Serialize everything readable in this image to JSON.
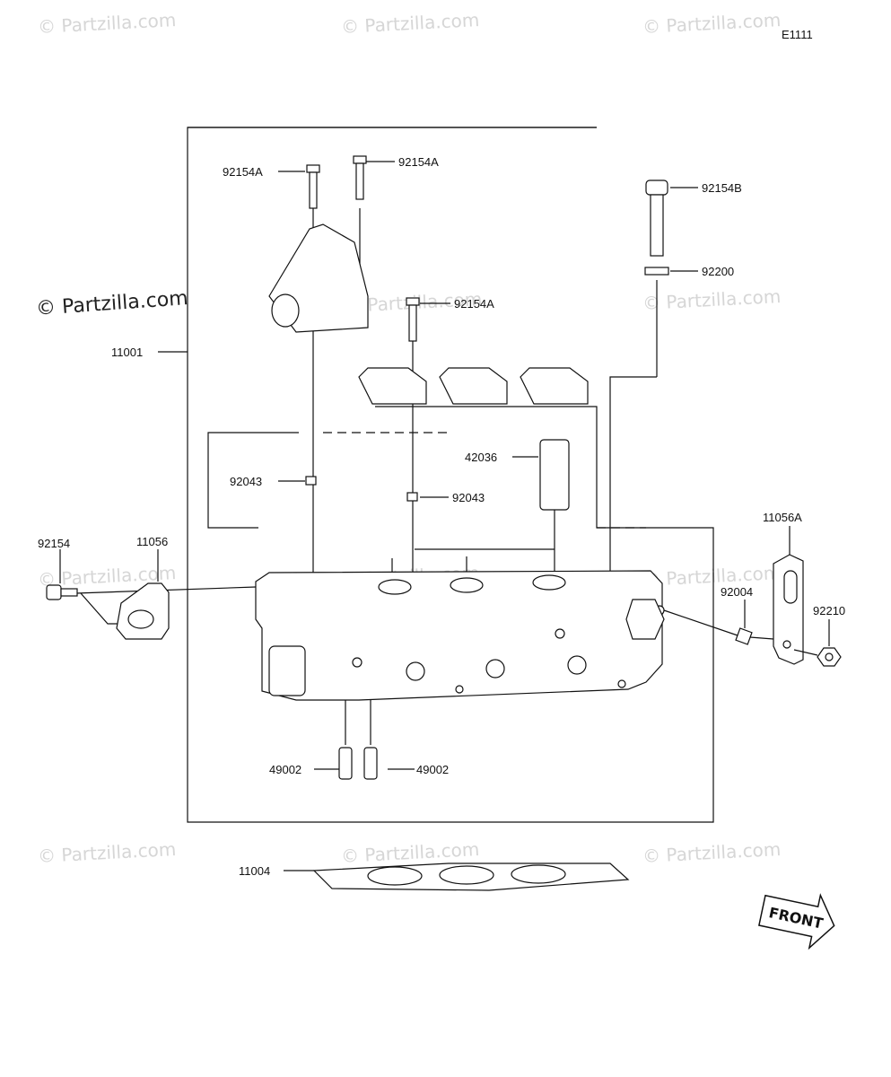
{
  "diagram_code": "E1111",
  "watermark": "© Partzilla.com",
  "parts": {
    "p11001": "11001",
    "p92154A_1": "92154A",
    "p92154A_2": "92154A",
    "p92154A_3": "92154A",
    "p92154B": "92154B",
    "p92200": "92200",
    "p92043_1": "92043",
    "p92043_2": "92043",
    "p42036": "42036",
    "p92154": "92154",
    "p11056": "11056",
    "p11056A": "11056A",
    "p92004": "92004",
    "p92210": "92210",
    "p49002_1": "49002",
    "p49002_2": "49002",
    "p11004": "11004"
  },
  "front_label": "FRONT",
  "colors": {
    "line": "#111111",
    "watermark": "#d6d6d6"
  }
}
